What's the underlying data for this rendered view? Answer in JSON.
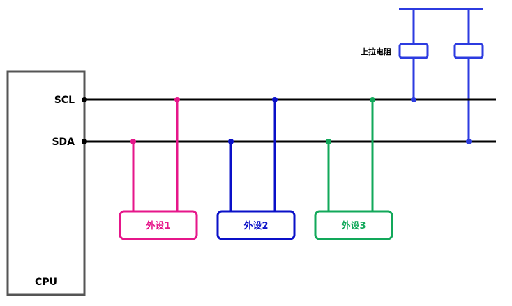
{
  "cpu": {
    "label": "CPU"
  },
  "buses": {
    "scl": "SCL",
    "sda": "SDA"
  },
  "pullup": {
    "label": "上拉电阻"
  },
  "peripherals": [
    {
      "label": "外设1",
      "color": "#e6168a"
    },
    {
      "label": "外设2",
      "color": "#0a10c8"
    },
    {
      "label": "外设3",
      "color": "#12a85a"
    }
  ],
  "colors": {
    "bus": "#000000",
    "pullup": "#2c3be0",
    "cpu_border": "#555555"
  }
}
